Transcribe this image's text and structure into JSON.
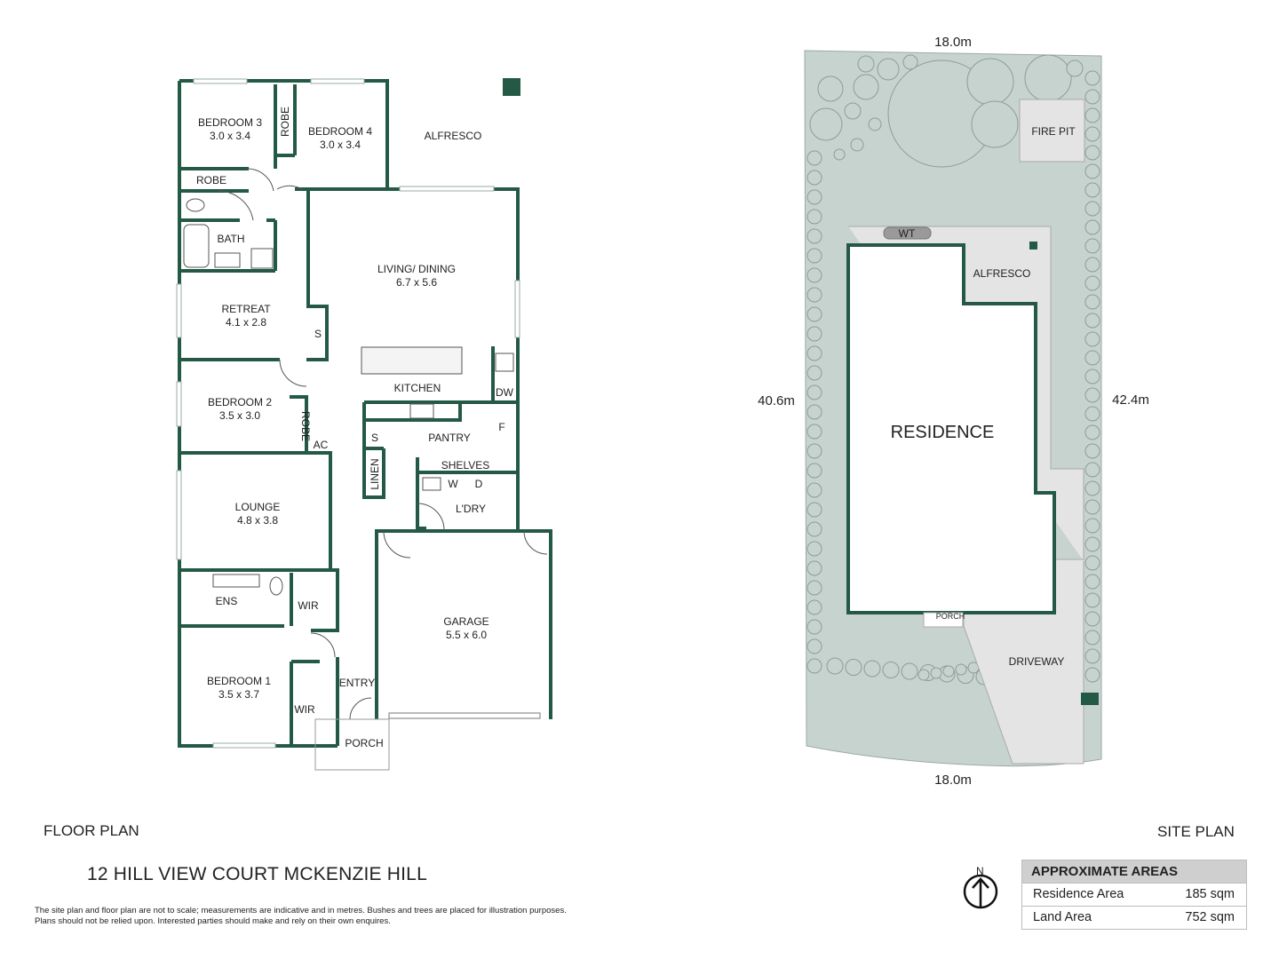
{
  "floor_plan": {
    "caption": "FLOOR PLAN",
    "rooms": [
      {
        "name": "BEDROOM 3",
        "size": "3.0 x 3.4"
      },
      {
        "name": "BEDROOM 4",
        "size": "3.0 x 3.4"
      },
      {
        "name": "ALFRESCO"
      },
      {
        "name": "ROBE"
      },
      {
        "name": "ROBE"
      },
      {
        "name": "BATH"
      },
      {
        "name": "LIVING/ DINING",
        "size": "6.7 x 5.6"
      },
      {
        "name": "RETREAT",
        "size": "4.1 x 2.8"
      },
      {
        "name": "S"
      },
      {
        "name": "KITCHEN"
      },
      {
        "name": "DW"
      },
      {
        "name": "BEDROOM 2",
        "size": "3.5 x 3.0"
      },
      {
        "name": "ROBE"
      },
      {
        "name": "AC"
      },
      {
        "name": "S"
      },
      {
        "name": "PANTRY"
      },
      {
        "name": "F"
      },
      {
        "name": "SHELVES"
      },
      {
        "name": "LINEN"
      },
      {
        "name": "W"
      },
      {
        "name": "D"
      },
      {
        "name": "L'DRY"
      },
      {
        "name": "LOUNGE",
        "size": "4.8 x 3.8"
      },
      {
        "name": "ENS"
      },
      {
        "name": "WIR"
      },
      {
        "name": "GARAGE",
        "size": "5.5 x 6.0"
      },
      {
        "name": "BEDROOM 1",
        "size": "3.5 x 3.7"
      },
      {
        "name": "WIR"
      },
      {
        "name": "ENTRY"
      },
      {
        "name": "PORCH"
      }
    ]
  },
  "site_plan": {
    "caption": "SITE PLAN",
    "dimensions": {
      "top": "18.0m",
      "bottom": "18.0m",
      "left": "40.6m",
      "right": "42.4m"
    },
    "labels": {
      "fire_pit": "FIRE PIT",
      "water_tank": "WT",
      "alfresco": "ALFRESCO",
      "residence": "RESIDENCE",
      "porch": "PORCH",
      "driveway": "DRIVEWAY"
    },
    "north": "N"
  },
  "address": "12 HILL VIEW COURT MCKENZIE HILL",
  "disclaimer": {
    "line1": "The site plan and floor plan are not to scale; measurements are indicative and in metres. Bushes and trees are placed for illustration purposes.",
    "line2": "Plans should not be relied upon. Interested parties should make and rely on their own enquires."
  },
  "areas": {
    "title": "APPROXIMATE AREAS",
    "rows": [
      {
        "label": "Residence Area",
        "value": "185 sqm"
      },
      {
        "label": "Land Area",
        "value": "752 sqm"
      }
    ]
  },
  "colors": {
    "wall": "#245a45",
    "landscape": "#c7d3cf",
    "paving": "#e4e4e4",
    "text": "#222222"
  }
}
